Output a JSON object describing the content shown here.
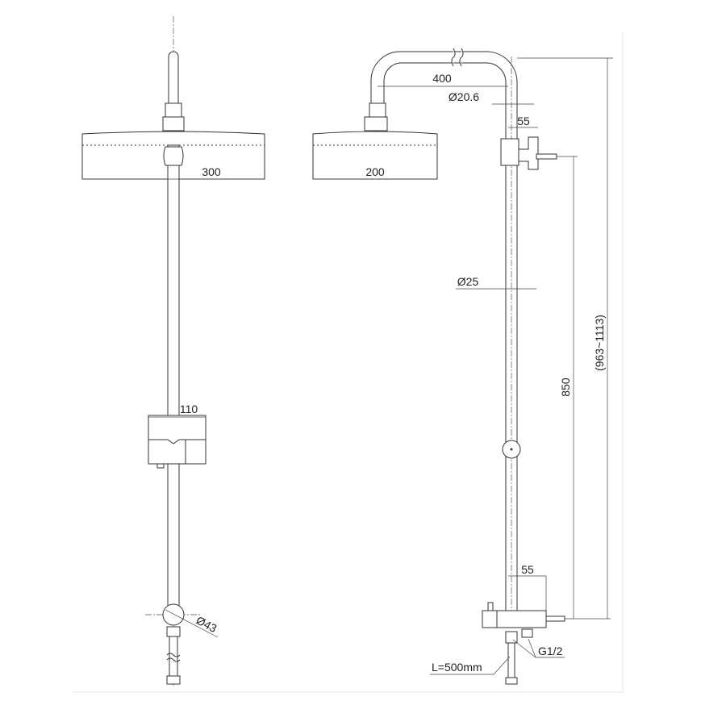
{
  "diagram": {
    "front_view": {
      "head_width": "300",
      "holder_width": "110",
      "ball_diameter": "Ø43"
    },
    "side_view": {
      "head_width": "200",
      "arm_length": "400",
      "arm_diameter": "Ø20.6",
      "bracket_depth": "55",
      "rod_diameter": "Ø25",
      "mixer_depth": "55",
      "inlet_thread": "G1/2",
      "hose_length": "L=500mm",
      "bracket_height": "850",
      "total_height": "(963~1113)"
    },
    "colors": {
      "line": "#333333",
      "background": "#ffffff"
    }
  }
}
